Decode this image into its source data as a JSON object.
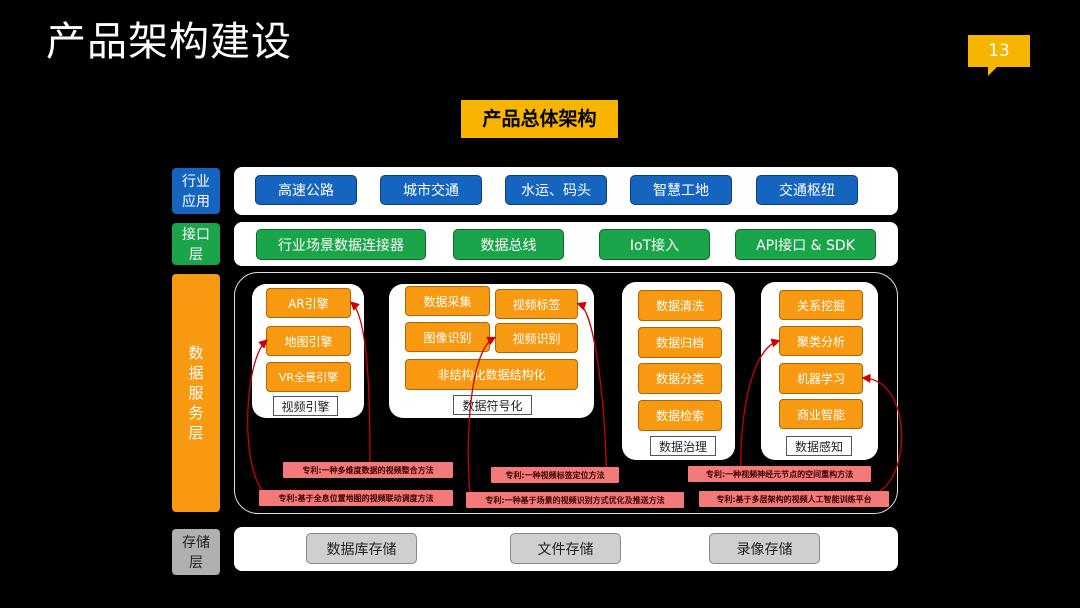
{
  "title": "产品架构建设",
  "page_number": "13",
  "overall_title": "产品总体架构",
  "layers": {
    "industry": {
      "label": "行业\n应用",
      "items": [
        "高速公路",
        "城市交通",
        "水运、码头",
        "智慧工地",
        "交通枢纽"
      ],
      "color": "#1565c0"
    },
    "interface": {
      "label": "接口\n层",
      "items": [
        "行业场景数据连接器",
        "数据总线",
        "IoT接入",
        "API接口 & SDK"
      ],
      "color": "#1aa54a"
    },
    "service": {
      "label": "数\n据\n服\n务\n层",
      "color": "#f79a12"
    },
    "storage": {
      "label": "存储\n层",
      "items": [
        "数据库存储",
        "文件存储",
        "录像存储"
      ],
      "color": "#b0b0b0"
    }
  },
  "groups": {
    "video_engine": {
      "items": [
        "AR引擎",
        "地图引擎",
        "VR全景引擎"
      ],
      "label": "视频引擎"
    },
    "symbolization": {
      "items": [
        "数据采集",
        "视频标签",
        "图像识别",
        "视频识别",
        "非结构化数据结构化"
      ],
      "label": "数据符号化"
    },
    "governance": {
      "items": [
        "数据清洗",
        "数据归档",
        "数据分类",
        "数据检索"
      ],
      "label": "数据治理"
    },
    "perception": {
      "items": [
        "关系挖掘",
        "聚类分析",
        "机器学习",
        "商业智能"
      ],
      "label": "数据感知"
    }
  },
  "patents": [
    "专利:一种多维度数据的视频整合方法",
    "专利:基于全息位置地图的视频联动调度方法",
    "专利:一种视频标签定位方法",
    "专利:一种基于场景的视频识别方式优化及推送方法",
    "专利:一种视频神经元节点的空间重构方法",
    "专利:基于多层架构的视频人工智能训练平台"
  ],
  "colors": {
    "accent": "#f7b500",
    "patent": "#f47a7a",
    "arrow": "#cc0000"
  }
}
